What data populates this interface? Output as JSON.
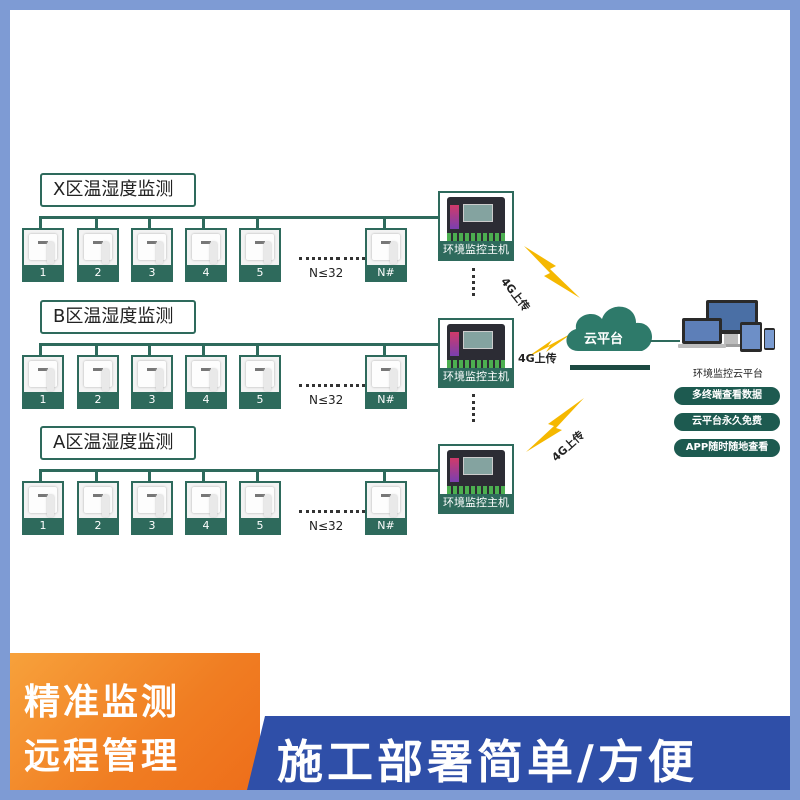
{
  "groups": [
    {
      "title": "X区温湿度监测",
      "sensors": [
        "1",
        "2",
        "3",
        "4",
        "5"
      ],
      "last": "N#",
      "nmax": "N≤32",
      "host": "环境监控主机"
    },
    {
      "title": "B区温湿度监测",
      "sensors": [
        "1",
        "2",
        "3",
        "4",
        "5"
      ],
      "last": "N#",
      "nmax": "N≤32",
      "host": "环境监控主机"
    },
    {
      "title": "A区温湿度监测",
      "sensors": [
        "1",
        "2",
        "3",
        "4",
        "5"
      ],
      "last": "N#",
      "nmax": "N≤32",
      "host": "环境监控主机"
    }
  ],
  "uplinks": [
    "4G上传",
    "4G上传",
    "4G上传"
  ],
  "cloud": {
    "label": "云平台"
  },
  "platform": {
    "label": "环境监控云平台",
    "features": [
      "多终端查看数据",
      "云平台永久免费",
      "APP随时随地查看"
    ]
  },
  "banner": {
    "left_line1": "精准监测",
    "left_line2": "远程管理",
    "right": "施工部署简单/方便"
  },
  "colors": {
    "accent": "#2e6a5c",
    "orange": "#f07d22",
    "blue": "#2f4fa8",
    "bolt": "#f5b800"
  }
}
